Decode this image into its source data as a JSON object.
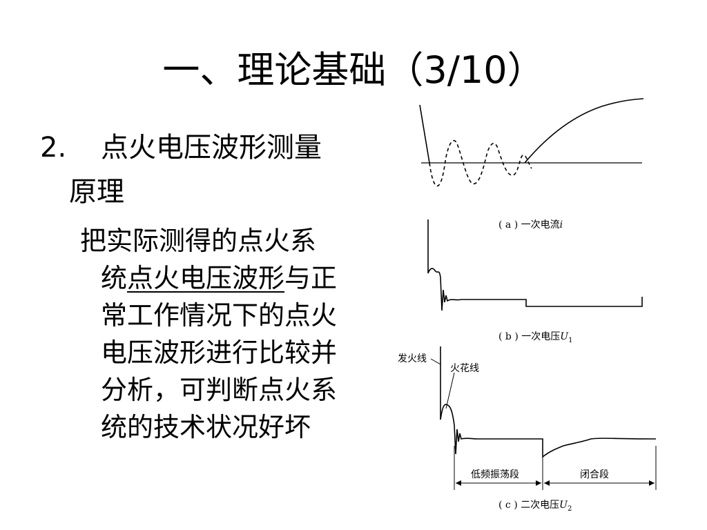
{
  "slide": {
    "title": "一、理论基础（3/10）",
    "heading": {
      "number": "2.",
      "line1": "点火电压波形测量",
      "line2": "原理"
    },
    "body": {
      "line1": "把实际测得的点火系",
      "line2_pre": "统",
      "line2_underlined": "点火电压波形",
      "line2_post": "与正",
      "line3": "常工作情况下的点火",
      "line4": "电压波形进行比较并",
      "line5": "分析，可判断点火系",
      "line6": "统的技术状况好坏"
    }
  },
  "figure": {
    "panel_a": {
      "caption": "( a ) 一次电流",
      "symbol": "i"
    },
    "panel_b": {
      "caption": "( b ) 一次电压",
      "symbol": "U",
      "subscript": "1"
    },
    "panel_c": {
      "caption": "( c ) 二次电压",
      "symbol": "U",
      "subscript": "2",
      "label_fire_line": "发火线",
      "label_spark_line": "火花线",
      "label_low_freq": "低频振荡段",
      "label_closed": "闭合段"
    }
  }
}
